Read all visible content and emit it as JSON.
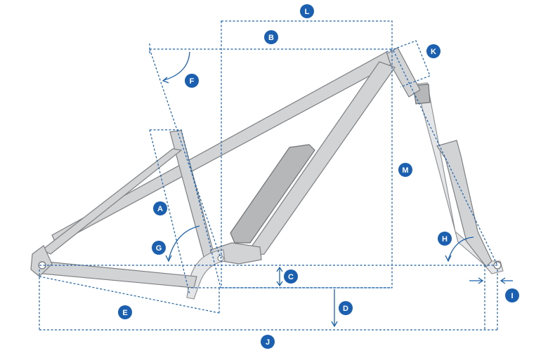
{
  "diagram": {
    "colors": {
      "dimension": "#1b62ad",
      "badge": "#1b5fb0",
      "frame": "#d2d3d4",
      "frame_outline": "#7d7f82"
    },
    "badges": [
      {
        "id": "L",
        "label": "L"
      },
      {
        "id": "B",
        "label": "B"
      },
      {
        "id": "K",
        "label": "K"
      },
      {
        "id": "F",
        "label": "F"
      },
      {
        "id": "M",
        "label": "M"
      },
      {
        "id": "A",
        "label": "A"
      },
      {
        "id": "G",
        "label": "G"
      },
      {
        "id": "H",
        "label": "H"
      },
      {
        "id": "C",
        "label": "C"
      },
      {
        "id": "D",
        "label": "D"
      },
      {
        "id": "E",
        "label": "E"
      },
      {
        "id": "I",
        "label": "I"
      },
      {
        "id": "J",
        "label": "J"
      }
    ]
  }
}
